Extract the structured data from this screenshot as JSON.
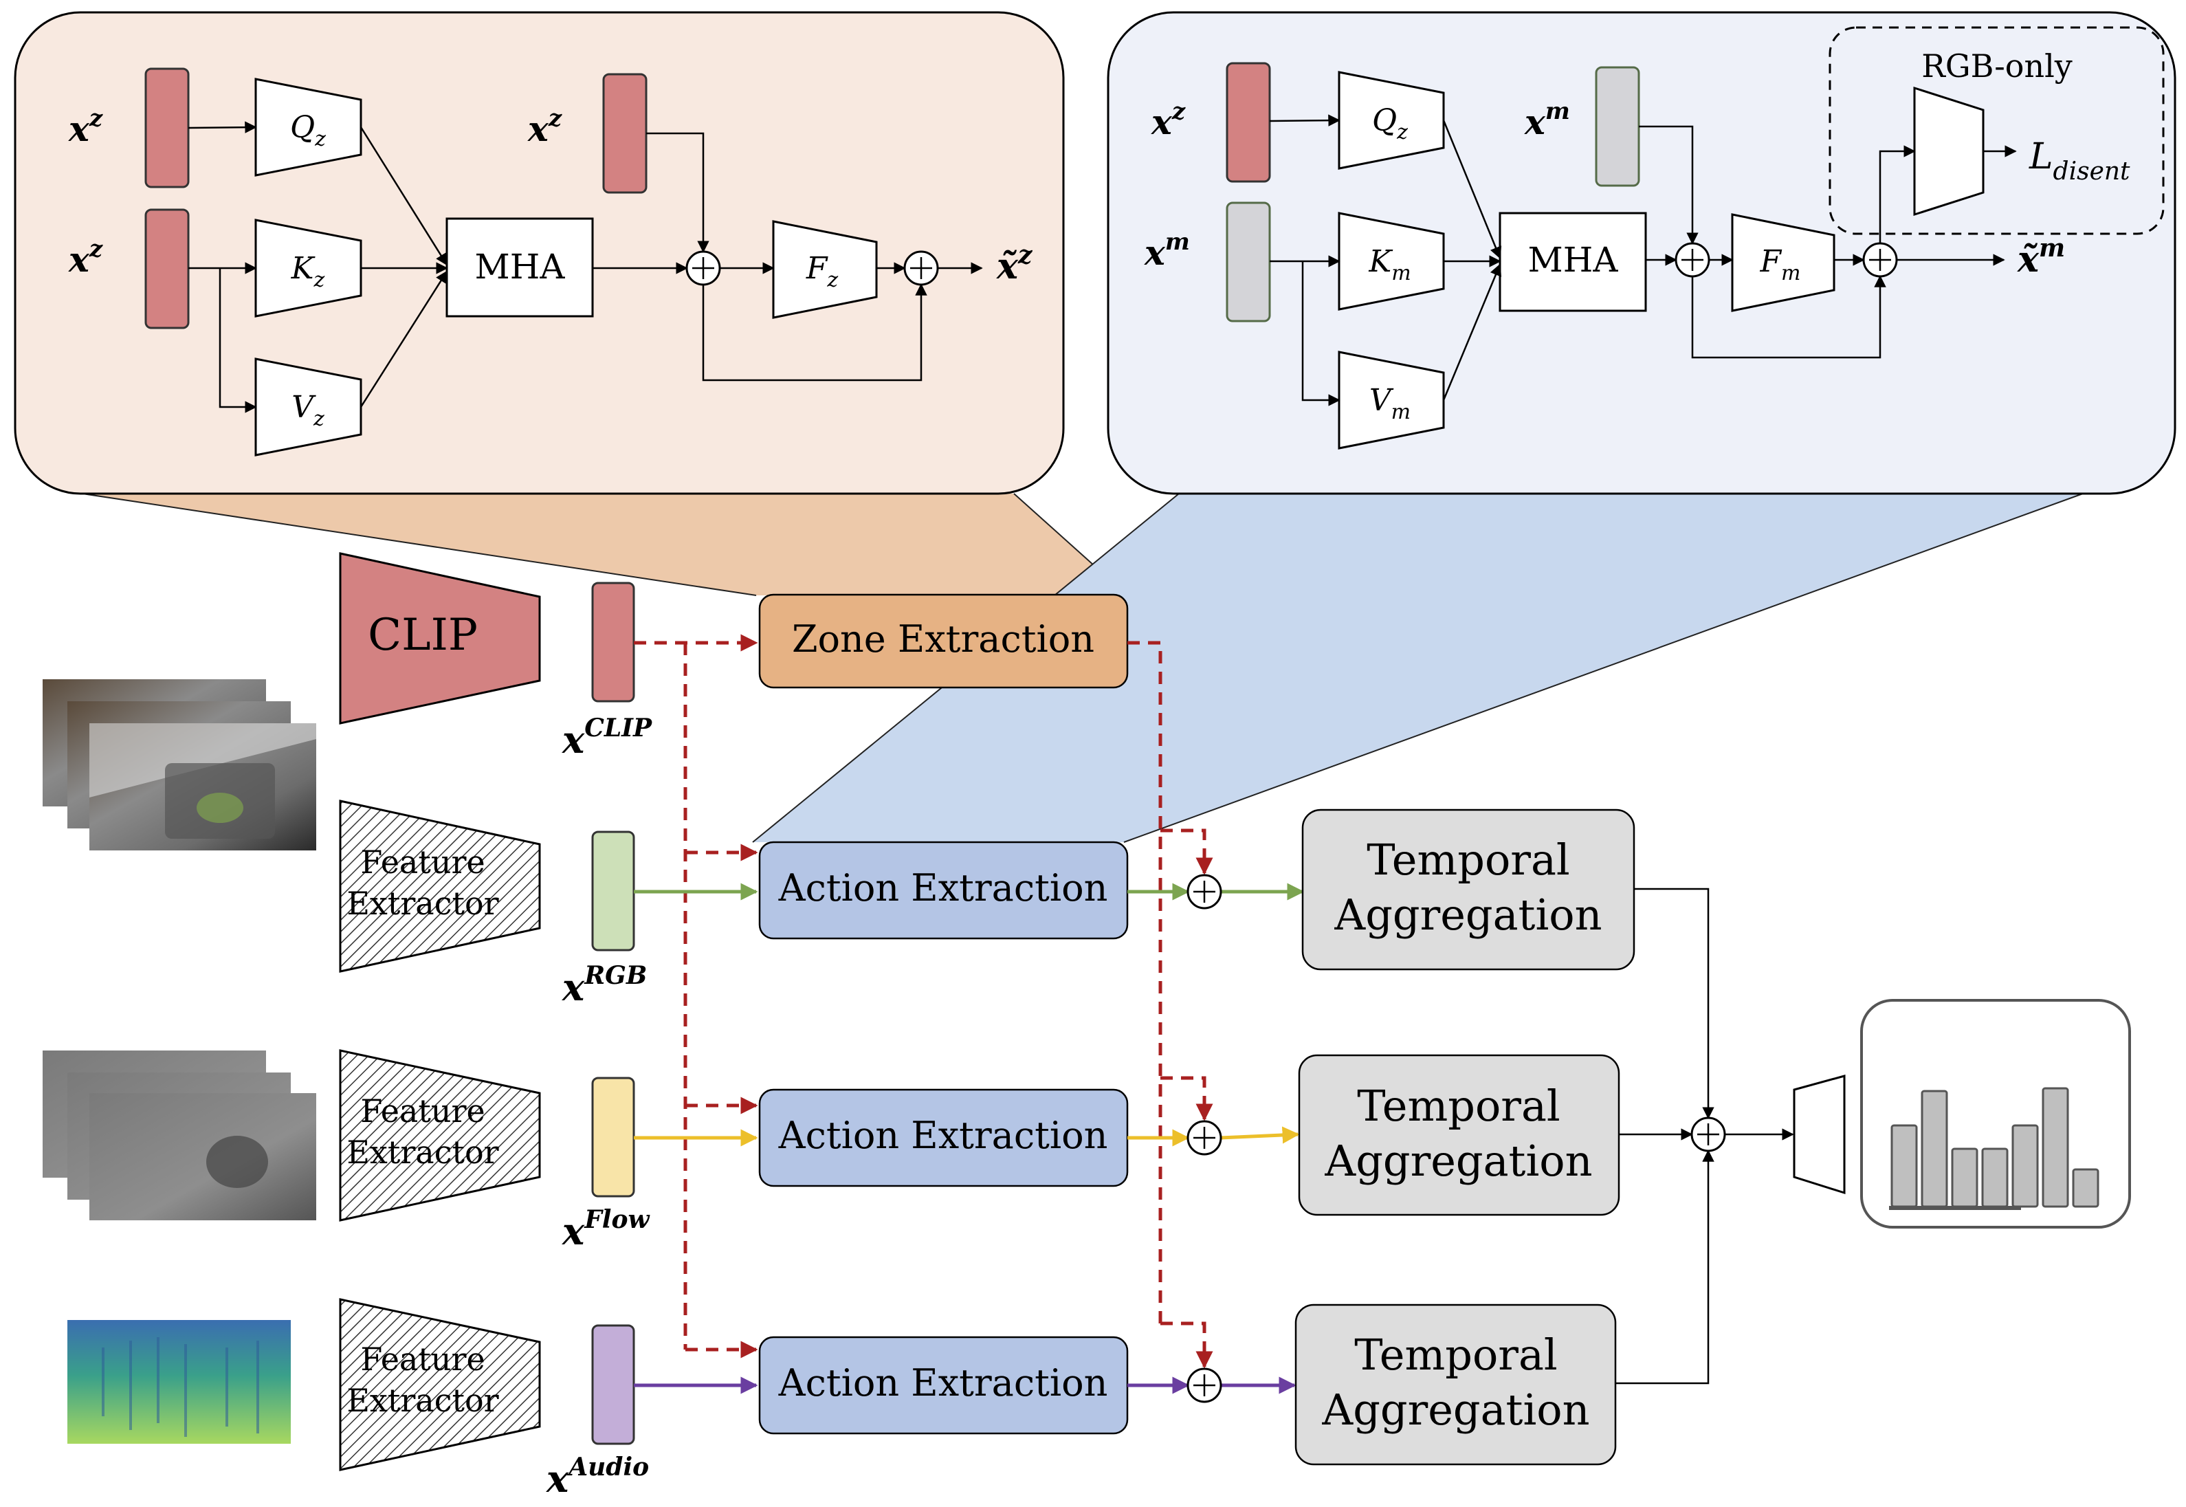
{
  "colors": {
    "zone_panel_fill": "#f8e9e0",
    "action_panel_fill": "#eef1f9",
    "zone_funnel": "#edc9aa",
    "action_funnel": "#c8d8ee",
    "zone_box": "#e6b284",
    "action_box": "#b4c5e5",
    "temporal_box": "#dddddd",
    "clip_feature": "#d38282",
    "rgb_feature": "#cde0b8",
    "flow_feature": "#f8e4a8",
    "audio_feature": "#c3aed8",
    "motion_feature": "#d4d4d8",
    "dashed_red": "#a82020",
    "rgb_line": "#7ca450",
    "flow_line": "#ecbf2a",
    "audio_line": "#6a3ea0",
    "bar_fill": "#bfbfbf"
  },
  "zone_panel": {
    "input_query": "x",
    "input_query_sup": "z",
    "input_keyvalue": "x",
    "input_keyvalue_sup": "z",
    "input_skip": "x",
    "input_skip_sup": "z",
    "q_label": "Q",
    "q_sub": "z",
    "k_label": "K",
    "k_sub": "z",
    "v_label": "V",
    "v_sub": "z",
    "mha_label": "MHA",
    "f_label": "F",
    "f_sub": "z",
    "output": "x̃",
    "output_sup": "z"
  },
  "action_panel": {
    "input_query": "x",
    "input_query_sup": "z",
    "input_keyvalue": "x",
    "input_keyvalue_sup": "m",
    "input_skip": "x",
    "input_skip_sup": "m",
    "q_label": "Q",
    "q_sub": "z",
    "k_label": "K",
    "k_sub": "m",
    "v_label": "V",
    "v_sub": "m",
    "mha_label": "MHA",
    "f_label": "F",
    "f_sub": "m",
    "output": "x̃",
    "output_sup": "m",
    "rgb_only_label": "RGB-only",
    "loss_label": "L",
    "loss_sub": "disent"
  },
  "pipeline": {
    "clip_label": "CLIP",
    "extractor_label_line1": "Feature",
    "extractor_label_line2": "Extractor",
    "zone_extraction": "Zone Extraction",
    "action_extraction": "Action Extraction",
    "temporal_line1": "Temporal",
    "temporal_line2": "Aggregation",
    "feat_clip": "x",
    "feat_clip_sup": "CLIP",
    "feat_rgb": "x",
    "feat_rgb_sup": "RGB",
    "feat_flow": "x",
    "feat_flow_sup": "Flow",
    "feat_audio": "x",
    "feat_audio_sup": "Audio"
  },
  "output_histogram": {
    "bars": [
      0.59,
      0.84,
      0.42,
      0.42,
      0.59,
      0.86,
      0.27
    ]
  }
}
